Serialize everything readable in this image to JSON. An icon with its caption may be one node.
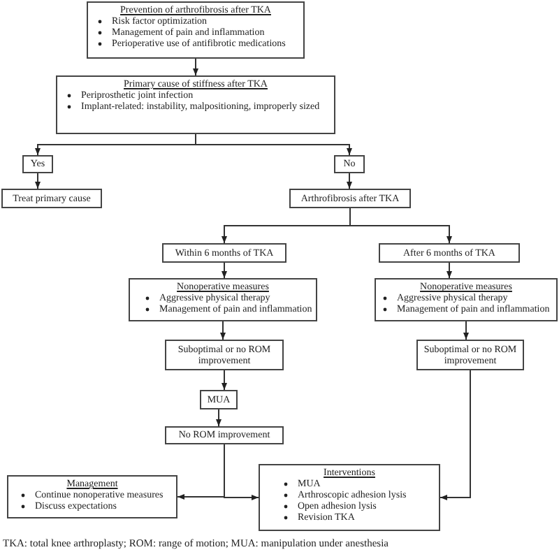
{
  "diagram": {
    "caption": "TKA: total knee arthroplasty; ROM: range of motion; MUA: manipulation under anesthesia",
    "nodes": [
      {
        "text": [
          "Prevention of arthrofibrosis after TKA",
          "Risk factor optimization",
          "Management of pain and inflammation",
          "Perioperative use of antifibrotic medications"
        ]
      },
      {
        "text": [
          "Primary cause of stiffness after TKA",
          "Periprosthetic joint infection",
          "Implant-related: instability, malpositioning, improperly sized"
        ]
      },
      {
        "text": [
          "Yes"
        ]
      },
      {
        "text": [
          "No"
        ]
      },
      {
        "text": [
          "Treat primary cause"
        ]
      },
      {
        "text": [
          "Arthrofibrosis after TKA"
        ]
      },
      {
        "text": [
          "Within 6 months of TKA"
        ]
      },
      {
        "text": [
          "After 6 months of TKA"
        ]
      },
      {
        "text": [
          "Nonoperative measures",
          "Aggressive physical therapy",
          "Management of pain and inflammation"
        ]
      },
      {
        "text": [
          "Nonoperative measures",
          "Aggressive physical therapy",
          "Management of pain and inflammation"
        ]
      },
      {
        "text": [
          "Suboptimal or no ROM improvement"
        ]
      },
      {
        "text": [
          "Suboptimal or no ROM improvement"
        ]
      },
      {
        "text": [
          "MUA"
        ]
      },
      {
        "text": [
          "No ROM improvement"
        ]
      },
      {
        "text": [
          "Management",
          "Continue nonoperative measures",
          "Discuss expectations"
        ]
      },
      {
        "text": [
          "Interventions",
          "MUA",
          "Arthroscopic adhesion lysis",
          "Open adhesion lysis",
          "Revision TKA"
        ]
      }
    ],
    "edges": [
      {
        "from": 0,
        "to": 1,
        "arrow": "to"
      },
      {
        "from": 1,
        "to": 2,
        "arrow": "to"
      },
      {
        "from": 1,
        "to": 3,
        "arrow": "to"
      },
      {
        "from": 2,
        "to": 4,
        "arrow": "to"
      },
      {
        "from": 3,
        "to": 5,
        "arrow": "to"
      },
      {
        "from": 5,
        "to": 6,
        "arrow": "to"
      },
      {
        "from": 5,
        "to": 7,
        "arrow": "to"
      },
      {
        "from": 6,
        "to": 8,
        "arrow": "to"
      },
      {
        "from": 7,
        "to": 9,
        "arrow": "to"
      },
      {
        "from": 8,
        "to": 10,
        "arrow": "to"
      },
      {
        "from": 9,
        "to": 11,
        "arrow": "to"
      },
      {
        "from": 10,
        "to": 12,
        "arrow": "to"
      },
      {
        "from": 12,
        "to": 13,
        "arrow": "to"
      },
      {
        "from": 13,
        "to": 14,
        "arrow": "to"
      },
      {
        "from": 13,
        "to": 15,
        "arrow": "to"
      },
      {
        "from": 11,
        "to": 15,
        "arrow": "to"
      }
    ]
  }
}
